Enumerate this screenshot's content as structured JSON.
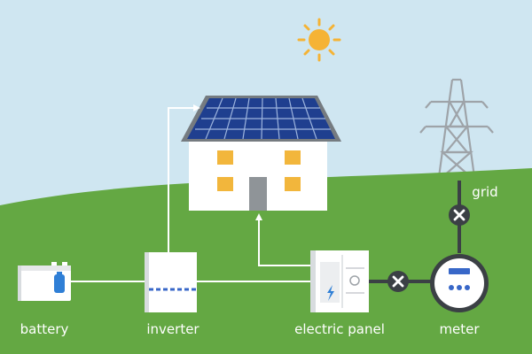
{
  "labels": {
    "battery": "battery",
    "inverter": "inverter",
    "electric_panel": "electric panel",
    "meter": "meter",
    "grid": "grid"
  },
  "colors": {
    "sky": "#cfe6f1",
    "grass": "#64a843",
    "sun": "#f5b335",
    "solar_panel": "#1f3f8f",
    "roof": "#757b80",
    "house_wall": "#ffffff",
    "window": "#f2b63c",
    "door": "#8f9498",
    "wire": "#ffffff",
    "disconnect": "#3b4045",
    "meter_accent": "#3867c8",
    "battery_accent": "#2f7fd6"
  },
  "icons": {
    "sun": "sun-icon",
    "pylon": "transmission-tower-icon",
    "disconnect": "close-icon",
    "bolt": "lightning-bolt-icon"
  }
}
